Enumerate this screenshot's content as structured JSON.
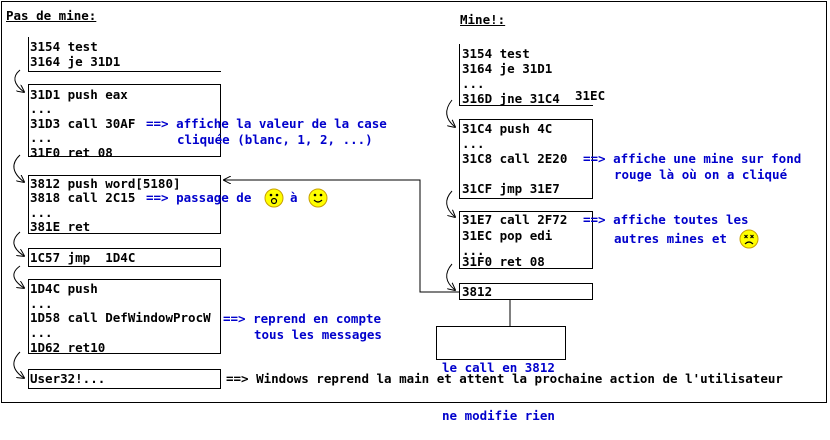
{
  "left": {
    "title": "Pas de mine:",
    "block0": [
      "3154 test",
      "3164 je 31D1"
    ],
    "block1": [
      "31D1 push eax",
      "...",
      "31D3 call 30AF",
      "...",
      "31F0 ret 08"
    ],
    "block1_comment": [
      "==> affiche la valeur de la case",
      "cliquée (blanc, 1, 2, ...)"
    ],
    "block2": [
      "3812 push word[5180]",
      "3818 call 2C15",
      "...",
      "381E ret"
    ],
    "block2_comment_prefix": "==> passage de",
    "block2_comment_mid": "à",
    "block3": [
      "1C57 jmp  1D4C"
    ],
    "block4": [
      "1D4C push",
      "...",
      "1D58 call DefWindowProcW",
      "...",
      "1D62 ret10"
    ],
    "block4_comment": [
      "==> reprend en compte",
      "tous les messages"
    ],
    "block5": [
      "User32!..."
    ],
    "block5_comment": "==> Windows reprend la main et attent la prochaine action de l'utilisateur"
  },
  "right": {
    "title": "Mine!:",
    "block0": [
      "3154 test",
      "3164 je 31D1",
      "...",
      "316D jne 31C4"
    ],
    "block0_extra": "31EC",
    "block1": [
      "31C4 push 4C",
      "...",
      "31C8 call 2E20",
      "31CF jmp 31E7"
    ],
    "block1_comment": [
      "==> affiche une mine sur fond",
      "rouge là où on a cliqué"
    ],
    "block2": [
      "31E7 call 2F72",
      "31EC pop edi",
      "...",
      "31F0 ret 08"
    ],
    "block2_comment": [
      "==> affiche toutes les",
      "autres mines et"
    ],
    "block3": [
      "3812"
    ],
    "note": [
      "le call en 3812",
      "ne modifie rien"
    ]
  },
  "colors": {
    "comment": "#0000cc",
    "smiley": "#ffff00"
  }
}
